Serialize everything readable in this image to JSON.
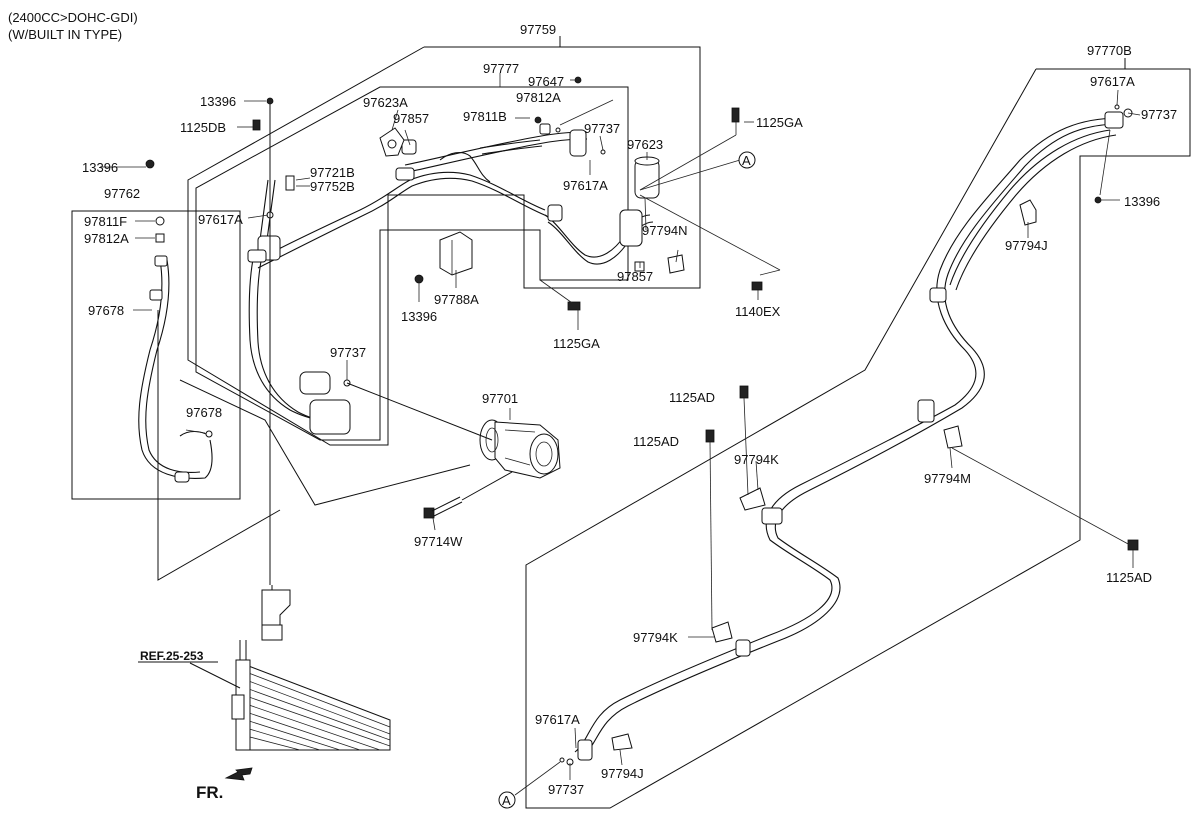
{
  "header": {
    "line1": "(2400CC>DOHC-GDI)",
    "line2": "(W/BUILT IN TYPE)"
  },
  "labels": {
    "p97759": "97759",
    "p97777": "97777",
    "p97647": "97647",
    "p97812A_top": "97812A",
    "p97623A": "97623A",
    "p97857_top": "97857",
    "p97811B": "97811B",
    "p97737_top": "97737",
    "p97623": "97623",
    "p97617A_top": "97617A",
    "p97794N": "97794N",
    "p97857_bot": "97857",
    "p13396_top": "13396",
    "p1125DB": "1125DB",
    "p13396_left": "13396",
    "p97762": "97762",
    "p97721B": "97721B",
    "p97752B": "97752B",
    "p97617A_left": "97617A",
    "p97811F": "97811F",
    "p97812A_left": "97812A",
    "p97678_a": "97678",
    "p97678_b": "97678",
    "p97788A": "97788A",
    "p13396_mid": "13396",
    "p1125GA_mid": "1125GA",
    "p1125GA_top": "1125GA",
    "p1140EX": "1140EX",
    "p97737_mid": "97737",
    "p97701": "97701",
    "p97714W": "97714W",
    "p97770B": "97770B",
    "p97617A_right": "97617A",
    "p97737_right": "97737",
    "p13396_right": "13396",
    "p97794J_right": "97794J",
    "p1125AD_a": "1125AD",
    "p1125AD_b": "1125AD",
    "p97794K_a": "97794K",
    "p97794M": "97794M",
    "p1125AD_right": "1125AD",
    "p97794K_b": "97794K",
    "p97617A_bot": "97617A",
    "p97737_bot": "97737",
    "p97794J_bot": "97794J",
    "ref": "REF.25-253",
    "fr": "FR.",
    "circleA_top": "A",
    "circleA_bot": "A"
  }
}
